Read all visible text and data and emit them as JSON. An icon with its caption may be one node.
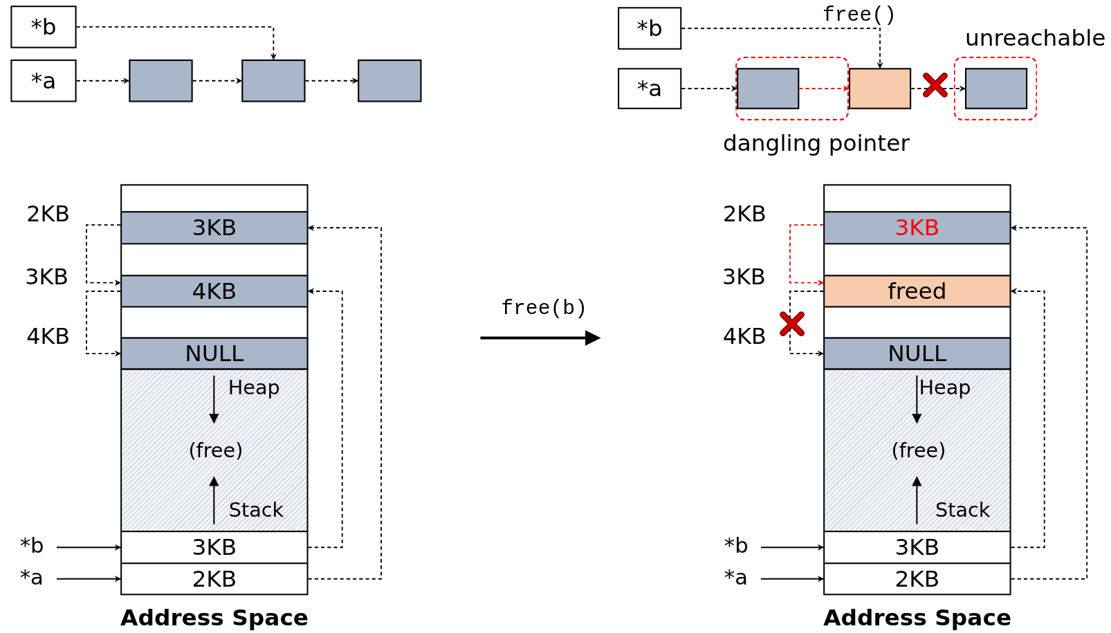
{
  "diagram": {
    "nodes": [
      {
        "text": [
          "*b"
        ]
      },
      {
        "text": [
          "*a"
        ]
      },
      {
        "text": [],
        "shape": "box"
      },
      {
        "text": [],
        "shape": "box"
      },
      {
        "text": [],
        "shape": "box"
      },
      {
        "text": [
          "*b"
        ]
      },
      {
        "text": [
          "*a"
        ]
      },
      {
        "text": [
          "dangling pointer"
        ]
      },
      {
        "text": [],
        "shape": "box",
        "in": 7
      },
      {
        "text": [],
        "shape": "box"
      },
      {
        "text": [
          "unreachable"
        ]
      },
      {
        "text": [],
        "shape": "box",
        "in": 10
      },
      {
        "text": [
          "Address Space"
        ]
      },
      {
        "text": [],
        "shape": "box",
        "in": 12
      },
      {
        "text": [
          "3KB"
        ],
        "in": 12
      },
      {
        "text": [],
        "shape": "box",
        "in": 12
      },
      {
        "text": [
          "4KB"
        ],
        "in": 12
      },
      {
        "text": [],
        "shape": "box",
        "in": 12
      },
      {
        "text": [
          "NULL"
        ],
        "in": 12
      },
      {
        "text": [
          "Heap",
          "(free)",
          "Stack"
        ],
        "in": 12
      },
      {
        "text": [
          "3KB"
        ],
        "in": 12
      },
      {
        "text": [
          "2KB"
        ],
        "in": 12
      },
      {
        "text": [
          "*b"
        ]
      },
      {
        "text": [
          "*a"
        ]
      },
      {
        "text": [
          "Address Space"
        ]
      },
      {
        "text": [],
        "shape": "box",
        "in": 24
      },
      {
        "text": [
          "3KB"
        ],
        "in": 24
      },
      {
        "text": [],
        "shape": "box",
        "in": 24
      },
      {
        "text": [
          "freed"
        ],
        "in": 24
      },
      {
        "text": [],
        "shape": "box",
        "in": 24
      },
      {
        "text": [
          "NULL"
        ],
        "in": 24
      },
      {
        "text": [
          "Heap",
          "(free)",
          "Stack"
        ],
        "in": 24
      },
      {
        "text": [
          "3KB"
        ],
        "in": 24
      },
      {
        "text": [
          "2KB"
        ],
        "in": 24
      },
      {
        "text": [
          "*b"
        ]
      },
      {
        "text": [
          "*a"
        ]
      }
    ],
    "edges": [
      {
        "from": 1,
        "to": 2,
        "arrow": "to",
        "style": "dashed"
      },
      {
        "from": 2,
        "to": 3,
        "arrow": "to",
        "style": "dashed"
      },
      {
        "from": 3,
        "to": 4,
        "arrow": "to",
        "style": "dashed"
      },
      {
        "from": 0,
        "to": 3,
        "arrow": "to",
        "style": "dashed"
      },
      {
        "from": 6,
        "to": 8,
        "arrow": "to",
        "style": "dashed"
      },
      {
        "from": 8,
        "to": 9,
        "arrow": "to",
        "style": "dashed",
        "color": "#ff0000"
      },
      {
        "from": 9,
        "to": 11,
        "arrow": "to",
        "style": "dashed"
      },
      {
        "from": 5,
        "to": 9,
        "arrow": "to",
        "style": "dashed",
        "label": "free()"
      },
      {
        "from": 22,
        "to": 20,
        "arrow": "to"
      },
      {
        "from": 23,
        "to": 21,
        "arrow": "to"
      },
      {
        "from": 21,
        "to": 14,
        "arrow": "to",
        "style": "dashed"
      },
      {
        "from": 20,
        "to": 16,
        "arrow": "to",
        "style": "dashed"
      },
      {
        "from": 14,
        "to": 16,
        "arrow": "to",
        "style": "dashed"
      },
      {
        "from": 16,
        "to": 18,
        "arrow": "to",
        "style": "dashed"
      },
      {
        "from": 34,
        "to": 32,
        "arrow": "to"
      },
      {
        "from": 35,
        "to": 33,
        "arrow": "to"
      },
      {
        "from": 33,
        "to": 26,
        "arrow": "to",
        "style": "dashed"
      },
      {
        "from": 32,
        "to": 28,
        "arrow": "to",
        "style": "dashed"
      },
      {
        "from": 26,
        "to": 28,
        "arrow": "to",
        "style": "dashed",
        "color": "#ff0000"
      },
      {
        "from": 28,
        "to": 30,
        "arrow": "to",
        "style": "dashed"
      }
    ],
    "labels": [
      "2KB",
      "3KB",
      "4KB",
      "free(b)",
      "2KB",
      "3KB",
      "4KB"
    ]
  }
}
